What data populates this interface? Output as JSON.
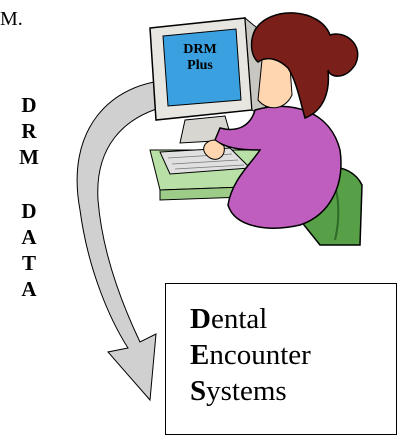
{
  "top_fragment": "M.",
  "vertical_word_1": [
    "D",
    "R",
    "M"
  ],
  "vertical_word_2": [
    "D",
    "A",
    "T",
    "A"
  ],
  "monitor_label": [
    "DRM",
    "Plus"
  ],
  "box_lines": [
    {
      "initial": "D",
      "rest": "ental"
    },
    {
      "initial": "E",
      "rest": "ncounter"
    },
    {
      "initial": "S",
      "rest": "ystems"
    }
  ],
  "colors": {
    "arrow_fill": "#d0d0d0",
    "screen": "#3aa0e0",
    "monitor_body": "#e8e6e0",
    "desk": "#b9e0a6",
    "shirt": "#c05ec0",
    "hair": "#7a1f1a",
    "skin": "#ffd6b0",
    "chair": "#57a047"
  }
}
